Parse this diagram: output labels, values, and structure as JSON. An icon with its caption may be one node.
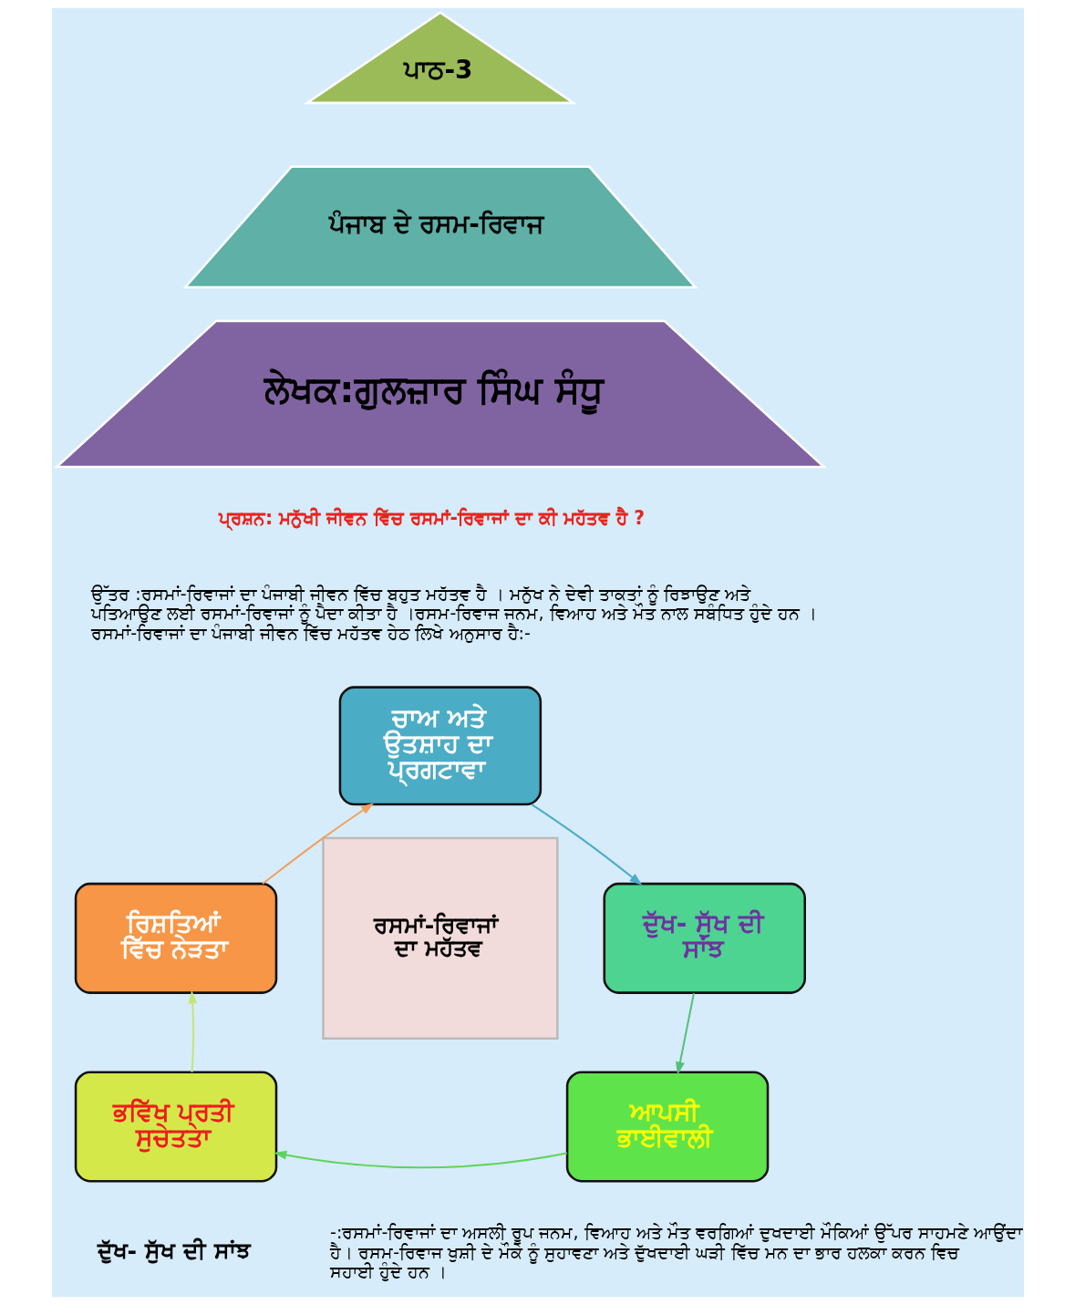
{
  "diagram": {
    "nodes": [
      {
        "text": [
          "ਪਾਠ-3"
        ]
      },
      {
        "text": [
          "ਪੰਜਾਬ ਦੇ ਰਸਮ-ਰਿਵਾਜ"
        ]
      },
      {
        "text": [
          "ਲੇਖਕ:ਗੁਲਜ਼ਾਰ ਸਿੰਘ ਸੰਧੂ"
        ]
      },
      {
        "text": [
          "ਚਾਅ ਅਤੇ ਉਤਸ਼ਾਹ ਦਾ ਪ੍ਰਗਟਾਵਾ"
        ]
      },
      {
        "text": [
          "ਰਿਸ਼ਤਿਆਂ ਵਿੱਚ ਨੇੜਤਾ"
        ]
      },
      {
        "text": [
          "ਰਸਮਾਂ-ਰਿਵਾਜਾਂ ਦਾ ਮਹੱਤਵ"
        ]
      },
      {
        "text": [
          "ਦੁੱਖ- ਸੁੱਖ ਦੀ ਸਾਂਝ"
        ]
      },
      {
        "text": [
          "ਭਵਿੱਖ ਪ੍ਰਤੀ ਸੁਚੇਤਤਾ"
        ]
      },
      {
        "text": [
          "ਆਪਸੀ ਭਾਈਵਾਲੀ"
        ]
      }
    ],
    "edges": [
      {
        "from": 3,
        "to": 6,
        "arrow": "to",
        "color": "#4bacc6"
      },
      {
        "from": 6,
        "to": 8,
        "arrow": "to",
        "color": "#55c07a"
      },
      {
        "from": 8,
        "to": 7,
        "arrow": "to",
        "color": "#5fd35f"
      },
      {
        "from": 7,
        "to": 4,
        "arrow": "to",
        "color": "#c5e57a"
      },
      {
        "from": 4,
        "to": 3,
        "arrow": "to",
        "color": "#f0a060"
      }
    ],
    "labels": [
      "ਪ੍ਰਸ਼ਨ: ਮਨੁੱਖੀ ਜੀਵਨ ਵਿੱਚ ਰਸਮਾਂ-ਰਿਵਾਜਾਂ ਦਾ ਕੀ ਮਹੱਤਵ ਹੈ ?",
      "ਉੱਤਰ :ਰਸਮਾਂ-ਰਿਵਾਜਾਂ ਦਾ ਪੰਜਾਬੀ ਜੀਵਨ ਵਿੱਚ ਬਹੁਤ ਮਹੱਤਵ ਹੈ । ਮਨੁੱਖ ਨੇ ਦੇਵੀ ਤਾਕਤਾਂ ਨੂੰ ਰਿਝਾਉਣ ਅਤੇ ਪਤਿਆਉਣ ਲਈ ਰਸਮਾਂ-ਰਿਵਾਜਾਂ ਨੂੰ ਪੈਦਾ ਕੀਤਾ ਹੈ ।ਰਸਮ-ਰਿਵਾਜ ਜਨਮ, ਵਿਆਹ ਅਤੇ ਮੌਤ ਨਾਲ ਸਬੰਧਿਤ ਹੁੰਦੇ ਹਨ । ਰਸਮਾਂ-ਰਿਵਾਜਾਂ ਦਾ ਪੰਜਾਬੀ ਜੀਵਨ ਵਿੱਚ ਮਹੱਤਵ ਹੇਠ ਲਿਖੇ ਅਨੁਸਾਰ ਹੈ:-",
      "ਦੁੱਖ- ਸੁੱਖ ਦੀ ਸਾਂਝ",
      "-:ਰਸਮਾਂ-ਰਿਵਾਜਾਂ ਦਾ ਅਸਲੀ ਰੂਪ ਜਨਮ, ਵਿਆਹ ਅਤੇ ਮੌਤ ਵਰਗਿਆਂ ਦੁਖਦਾਈ ਮੌਕਿਆਂ ਉੱਪਰ ਸਾਹਮਣੇ ਆਉਂਦਾ ਹੈ। ਰਸਮ-ਰਿਵਾਜ ਖੁਸ਼ੀ ਦੇ ਮੌਕੇ ਨੂੰ ਸੁਹਾਵਣਾ ਅਤੇ ਦੁੱਖਦਾਈ ਘੜੀ ਵਿੱਚ ਮਨ ਦਾ ਭਾਰ ਹਲਕਾ ਕਰਨ ਵਿਚ ਸਹਾਈ ਹੁੰਦੇ ਹਨ ।"
    ]
  }
}
